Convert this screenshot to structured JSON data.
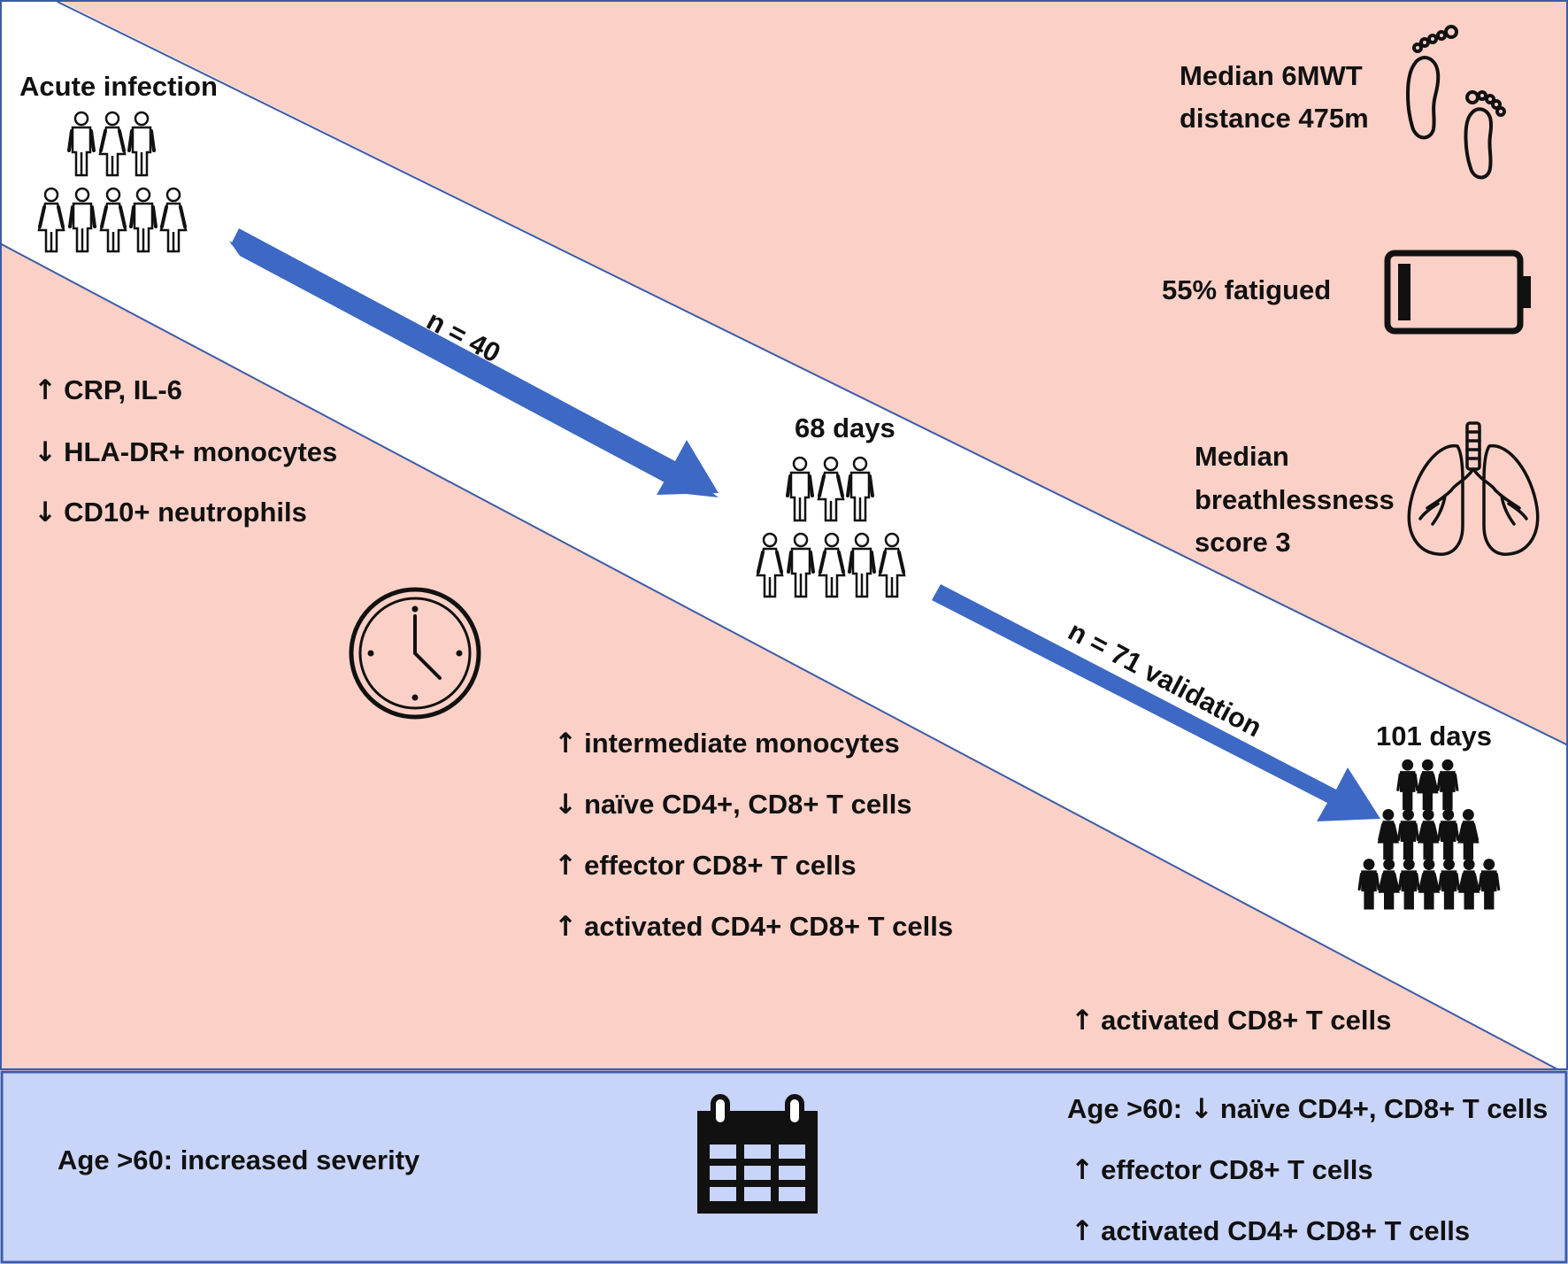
{
  "colors": {
    "salmon": "#fbd0c6",
    "white_band": "#ffffff",
    "bottom_band": "#c8d4f8",
    "arrow_blue": "#3d68c4",
    "line_blue": "#3b5ba8",
    "ink": "#111111"
  },
  "acute": {
    "title": "Acute infection",
    "markers": [
      {
        "arrow": "↑",
        "text": "CRP, IL-6"
      },
      {
        "arrow": "↓",
        "text": "HLA-DR+ monocytes"
      },
      {
        "arrow": "↓",
        "text": "CD10+ neutrophils"
      }
    ]
  },
  "arrows": {
    "first": "n = 40",
    "second": "n = 71 validation"
  },
  "day68": {
    "title": "68 days",
    "markers": [
      {
        "arrow": "↑",
        "text": "intermediate monocytes"
      },
      {
        "arrow": "↓",
        "text": "naïve CD4+, CD8+ T cells"
      },
      {
        "arrow": "↑",
        "text": "effector CD8+ T cells"
      },
      {
        "arrow": "↑",
        "text": "activated CD4+ CD8+ T cells"
      }
    ]
  },
  "day101": {
    "title": "101 days",
    "marker": {
      "arrow": "↑",
      "text": "activated CD8+ T cells"
    }
  },
  "symptoms": {
    "walk_line1": "Median 6MWT",
    "walk_line2": "distance 475m",
    "fatigue": "55% fatigued",
    "breath_line1": "Median",
    "breath_line2": "breathlessness",
    "breath_line3": "score 3"
  },
  "age": {
    "left": "Age >60: increased severity",
    "right_prefix": "Age >60:",
    "right": [
      {
        "arrow": "↓",
        "text": "naïve CD4+, CD8+ T cells"
      },
      {
        "arrow": "↑",
        "text": "effector CD8+ T cells"
      },
      {
        "arrow": "↑",
        "text": "activated CD4+ CD8+ T cells"
      }
    ]
  },
  "icons": [
    "person-icon",
    "footprints-icon",
    "battery-low-icon",
    "lungs-icon",
    "clock-icon",
    "calendar-icon"
  ]
}
